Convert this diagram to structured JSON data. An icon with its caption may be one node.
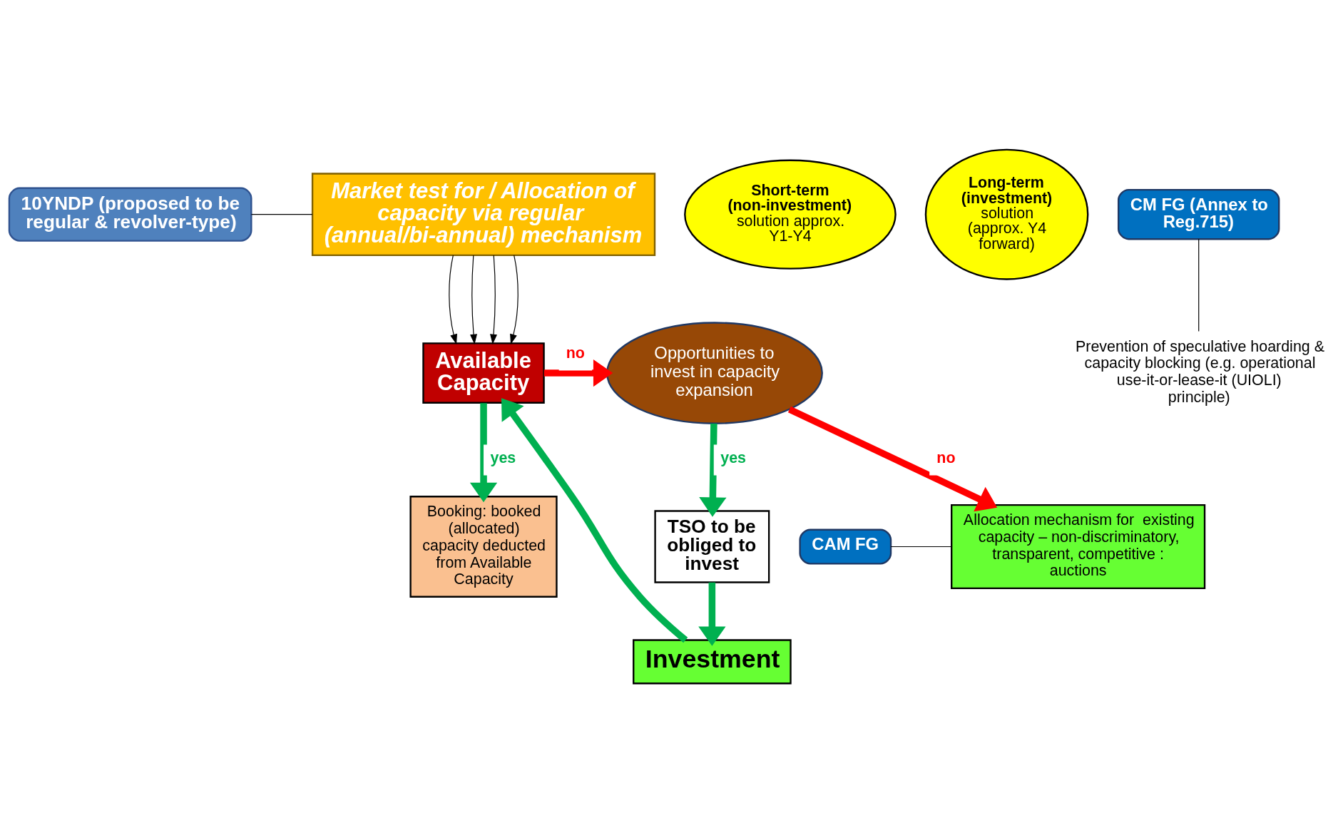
{
  "diagram": {
    "nodes": [
      {
        "text": [
          "Market test for / Allocation of capacity via regular  (annual/bi-annual) mechanism"
        ]
      },
      {
        "text": [
          "10YNDP (proposed to be regular & revolver-type)"
        ]
      },
      {
        "text": [
          "Available Capacity"
        ]
      },
      {
        "text": [
          "Opportunities to invest in capacity expansion"
        ]
      },
      {
        "text": [
          "Short-term (non-investment)",
          "solution approx. Y1-Y4"
        ]
      },
      {
        "text": [
          "Long-term (investment)",
          "solution (approx. Y4 forward)"
        ]
      },
      {
        "text": [
          "TSO to be obliged to invest"
        ]
      },
      {
        "text": [
          "Booking: booked (allocated) capacity deducted from Available Capacity"
        ]
      },
      {
        "text": [
          "Allocation mechanism for  existing capacity – non-discriminatory, transparent, competitive : auctions"
        ]
      },
      {
        "text": [
          "CAM FG"
        ]
      },
      {
        "text": [
          "Investment"
        ]
      },
      {
        "text": [
          "Prevention of speculative hoarding & capacity blocking (e.g. operational use-it-or-lease-it (UIOLI) principle)"
        ]
      },
      {
        "text": [
          "CM FG (Annex to Reg.715)"
        ]
      }
    ],
    "edges": [
      {
        "from": 0,
        "to": 2,
        "arrow": "to"
      },
      {
        "from": 0,
        "to": 2,
        "arrow": "to"
      },
      {
        "from": 0,
        "to": 2,
        "arrow": "to"
      },
      {
        "from": 0,
        "to": 2,
        "arrow": "to"
      },
      {
        "from": 1,
        "to": 0,
        "arrow": "none"
      },
      {
        "from": 2,
        "to": 3,
        "arrow": "to",
        "label": "no",
        "style": "thick",
        "color": "#ff0000"
      },
      {
        "from": 2,
        "to": 7,
        "arrow": "to",
        "label": "yes",
        "style": "thick",
        "color": "#00b050"
      },
      {
        "from": 3,
        "to": 8,
        "arrow": "to",
        "label": "no",
        "style": "thick",
        "color": "#ff0000"
      },
      {
        "from": 3,
        "to": 6,
        "arrow": "to",
        "label": "yes",
        "style": "thick",
        "color": "#00b050"
      },
      {
        "from": 6,
        "to": 10,
        "arrow": "to",
        "style": "thick",
        "color": "#00b050"
      },
      {
        "from": 10,
        "to": 2,
        "arrow": "to",
        "style": "thick",
        "color": "#00b050"
      },
      {
        "from": 9,
        "to": 8,
        "arrow": "none"
      },
      {
        "from": 12,
        "to": 11,
        "arrow": "none"
      }
    ]
  }
}
